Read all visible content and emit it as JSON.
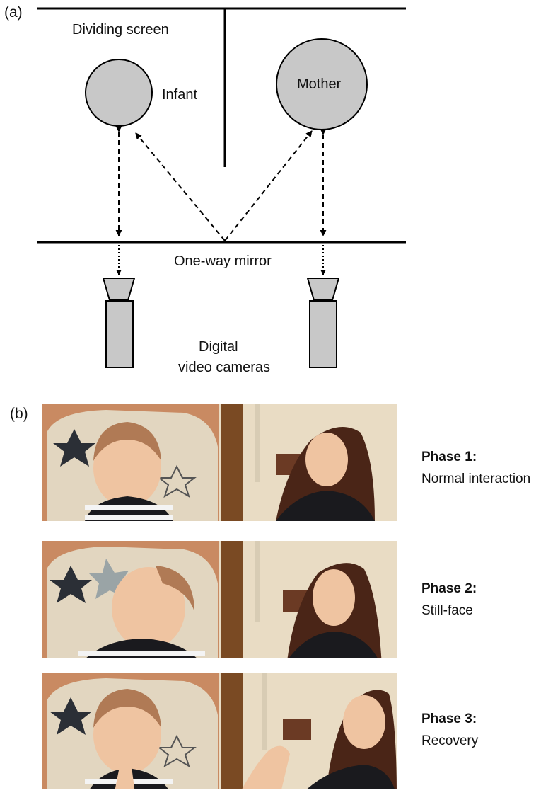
{
  "panel_a": {
    "label": "(a)",
    "dividing_screen": "Dividing screen",
    "infant": "Infant",
    "mother": "Mother",
    "mirror": "One-way mirror",
    "cameras_line1": "Digital",
    "cameras_line2": "video cameras"
  },
  "panel_b": {
    "label": "(b)",
    "phases": [
      {
        "title": "Phase 1:",
        "desc": "Normal interaction"
      },
      {
        "title": "Phase 2:",
        "desc": "Still-face"
      },
      {
        "title": "Phase 3:",
        "desc": "Recovery"
      }
    ]
  },
  "colors": {
    "circle_fill": "#c8c8c8",
    "camera_fill": "#c8c8c8",
    "line": "#000000",
    "wall": "#e9dcc4",
    "door": "#7a4a23",
    "chair": "#e2d6c0",
    "skin": "#efc4a1",
    "hair_mother": "#4a2517",
    "top_dark": "#1a1a1e"
  }
}
